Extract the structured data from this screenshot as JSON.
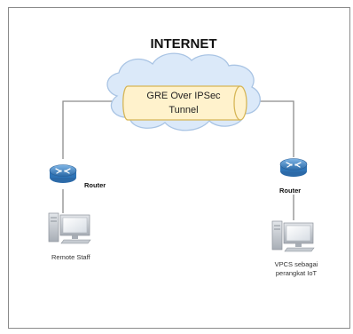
{
  "title": "INTERNET",
  "tunnel": {
    "line1": "GRE Over IPSec",
    "line2": "Tunnel"
  },
  "left_node": {
    "router_label": "Router",
    "device_label": "Remote Staff",
    "router_icon": "router-icon",
    "device_icon": "desktop-pc-icon"
  },
  "right_node": {
    "router_label": "Router",
    "device_label_line1": "VPCS sebagai",
    "device_label_line2": "perangkat IoT",
    "router_icon": "router-icon",
    "device_icon": "desktop-pc-icon"
  },
  "colors": {
    "cloud_fill": "#dbe9f9",
    "cloud_stroke": "#a9c4e4",
    "tunnel_fill": "#fff2cc",
    "tunnel_stroke": "#d6b656",
    "router_blue": "#3a7fc2",
    "link": "#8c8c8c"
  }
}
